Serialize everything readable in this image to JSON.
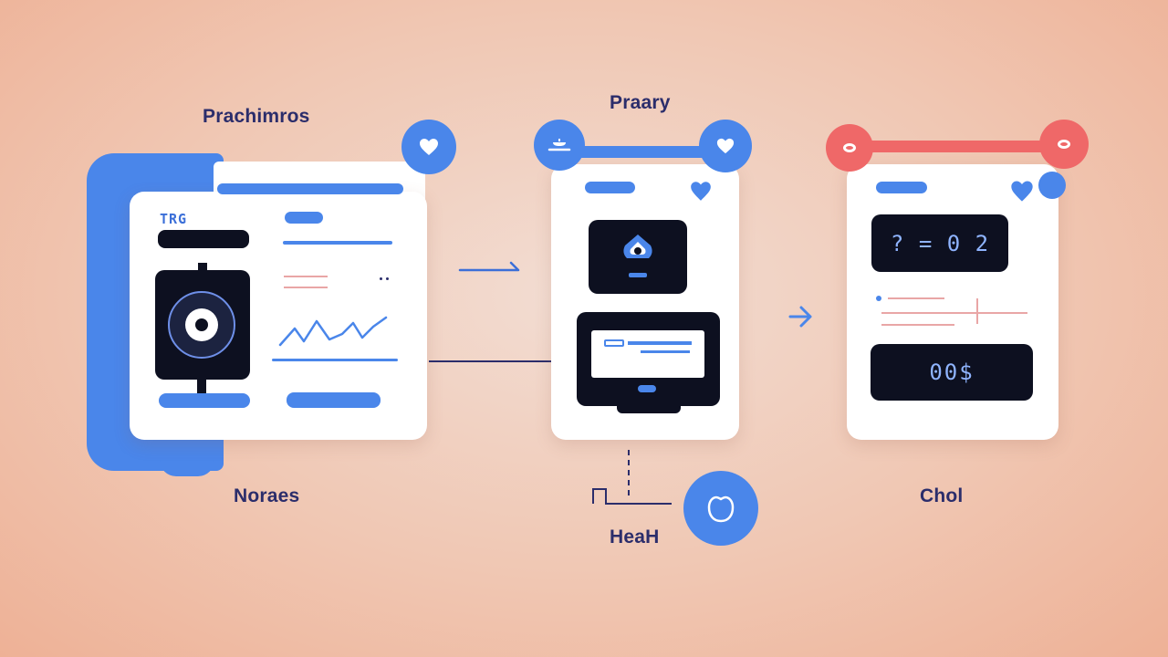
{
  "labels": {
    "step1_top": "Prachimros",
    "step2_top": "Praary",
    "step1_bottom": "Noraes",
    "step2_bottom": "HeaH",
    "step3_bottom": "Chol"
  },
  "card1": {
    "tag": "TRG"
  },
  "card3": {
    "display_top": "? = 0 2",
    "display_bottom": "00$"
  },
  "colors": {
    "accent_blue": "#4a86ea",
    "accent_red": "#ef6868",
    "navy_text": "#2b2d6b",
    "screen_dark": "#0d1020"
  },
  "icons": [
    "heart-icon",
    "arrow-right-icon",
    "cloud-icon",
    "face-icon",
    "monitor-icon",
    "dial-icon"
  ]
}
